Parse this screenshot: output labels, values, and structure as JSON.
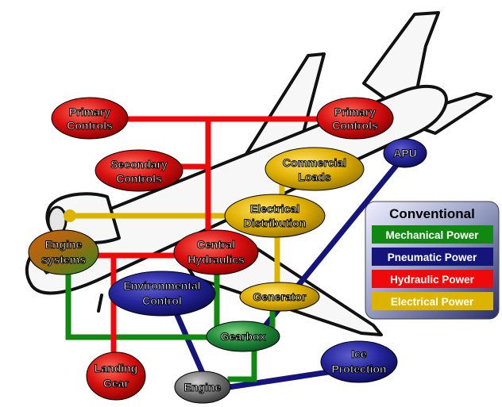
{
  "colors": {
    "mechanical": "#118811",
    "pneumatic": "#14147a",
    "hydraulic": "#ee0a0a",
    "electrical": "#dcb400",
    "aircraft_fill": "#f7f7f7",
    "aircraft_outline": "#111111"
  },
  "nodes": {
    "primary_controls_left": [
      "Primary",
      "Controls"
    ],
    "primary_controls_right": [
      "Primary",
      "Controls"
    ],
    "secondary_controls": [
      "Secondary",
      "Controls"
    ],
    "commercial_loads": [
      "Commercial",
      "Loads"
    ],
    "apu": [
      "APU"
    ],
    "electrical_distribution": [
      "Electrical",
      "Distribution"
    ],
    "engine_systems": [
      "Engine",
      "systems"
    ],
    "central_hydraulics": [
      "Central",
      "Hydraulics"
    ],
    "environmental_control": [
      "Environmental",
      "Control"
    ],
    "generator": [
      "Generator"
    ],
    "gearbox": [
      "Gearbox"
    ],
    "landing_gear": [
      "Landing",
      "Gear"
    ],
    "engine": [
      "Engine"
    ],
    "ice_protection": [
      "Ice",
      "Protection"
    ]
  },
  "legend": {
    "title": "Conventional",
    "items": [
      {
        "label": "Mechanical Power",
        "color": "#118811"
      },
      {
        "label": "Pneumatic Power",
        "color": "#14147a"
      },
      {
        "label": "Hydraulic Power",
        "color": "#ee0a0a"
      },
      {
        "label": "Electrical Power",
        "color": "#dcb400"
      }
    ]
  }
}
